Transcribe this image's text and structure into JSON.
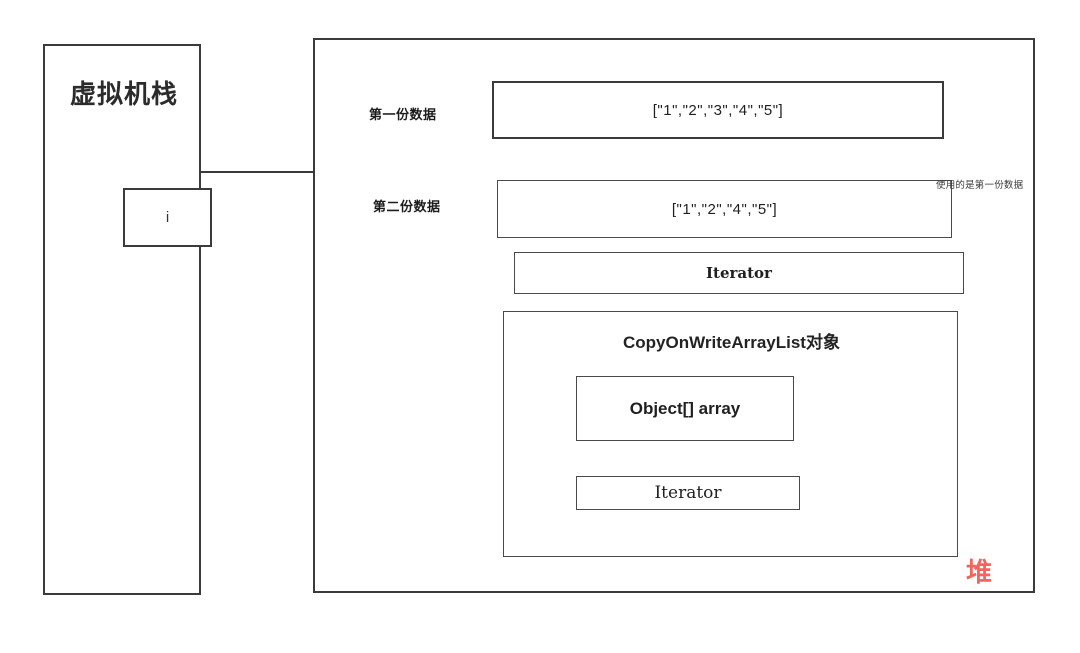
{
  "diagram": {
    "title_stack": "虚拟机栈",
    "heap_label": "堆"
  },
  "stack": {
    "title": "虚拟机栈",
    "variable": "i"
  },
  "heap": {
    "label": "堆",
    "labels": {
      "data1": "第一份数据",
      "data2": "第二份数据"
    },
    "data1_value": "[\"1\",\"2\",\"3\",\"4\",\"5\"]",
    "data2_value": "[\"1\",\"2\",\"4\",\"5\"]",
    "iterator_outer": "Iterator",
    "annotation": "使用的是第一份数据",
    "object": {
      "title": "CopyOnWriteArrayList对象",
      "field_array": "Object[]  array",
      "field_iterator": "Iterator"
    }
  },
  "colors": {
    "stroke": "#3b3b3b",
    "text": "#1f1f1f",
    "heap_accent": "#f2655c",
    "background": "#ffffff"
  }
}
